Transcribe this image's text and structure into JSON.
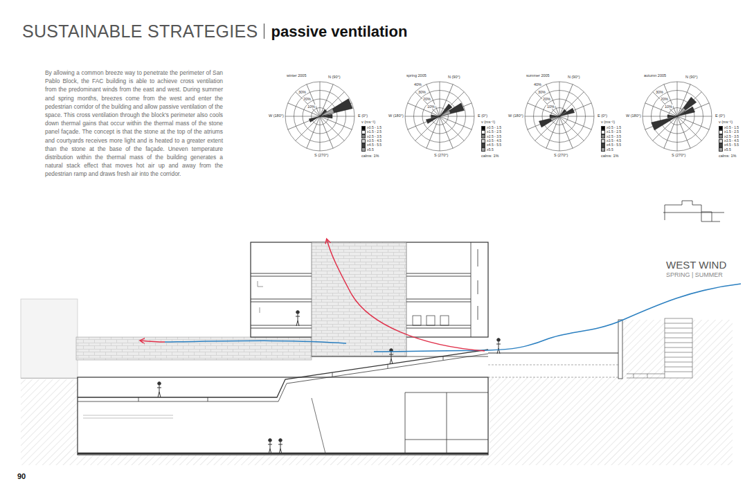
{
  "diagram": {
    "title": "SUSTAINABLE STRATEGIES",
    "nodes": [
      {
        "text": [
          "winter 2005",
          "N (90°)",
          "E (0°)",
          "S (270°)",
          "W (180°)",
          "v (ms⁻¹)",
          "calms: 1%",
          "30%",
          "20%",
          "10%"
        ]
      },
      {
        "text": [
          "spring 2005",
          "N (90°)",
          "E (0°)",
          "S (270°)",
          "W (180°)",
          "v (ms⁻¹)",
          "calms: 1%",
          "40%",
          "30%",
          "20%",
          "10%"
        ]
      },
      {
        "text": [
          "summer 2005",
          "N (90°)",
          "E (0°)",
          "S (270°)",
          "W (180°)",
          "v (ms⁻¹)",
          "calms: 1%",
          "40%",
          "30%",
          "20%",
          "10%"
        ]
      },
      {
        "text": [
          "autumn 2005",
          "N (90°)",
          "E (0°)",
          "S (270°)",
          "W (180°)",
          "v (ms⁻¹)",
          "calms: 1%",
          "30%",
          "20%",
          "10%"
        ]
      }
    ],
    "labels": [
      "passive ventilation",
      "By allowing a common breeze way to penetrate the perimeter of San Pablo Block, the FAC building is able to achieve cross ventilation from the predominant winds from the east and west. During summer and spring months, breezes come from the west and enter the pedestrian corridor of the building and allow passive ventilation of the space. This cross ventilation through the block's perimeter also cools down thermal gains that occur within the thermal mass of the stone panel façade. The concept is that the stone at the top of the atriums and courtyards receives more light and is heated to a greater extent than the stone at the base of the façade. Uneven temperature distribution within the thermal mass of the building generates a natural stack effect that moves hot air up and away from the pedestrian ramp and draws fresh air into the corridor.",
      "WEST WIND",
      "SPRING | SUMMER",
      "90"
    ],
    "legend": [
      {
        "text": "≥0.5 - 1.5",
        "color": "#000000"
      },
      {
        "text": "≥1.5 - 2.5",
        "color": "#ffffff"
      },
      {
        "text": "≥2.5 - 3.5",
        "color": "#808080"
      },
      {
        "text": "≥3.5 - 4.5",
        "color": "#d0d0d0"
      },
      {
        "text": "≥4.5 - 5.5",
        "color": "#404040"
      },
      {
        "text": "≥5.5",
        "color": "#a0a0a0"
      },
      {
        "text": "≥0.5 - 1.5",
        "color": "#000000"
      },
      {
        "text": "≥1.5 - 2.5",
        "color": "#ffffff"
      },
      {
        "text": "≥2.5 - 3.5",
        "color": "#808080"
      },
      {
        "text": "≥3.5 - 4.5",
        "color": "#d0d0d0"
      },
      {
        "text": "≥4.5 - 5.5",
        "color": "#404040"
      },
      {
        "text": "≥5.5",
        "color": "#a0a0a0"
      },
      {
        "text": "≥0.5 - 1.5",
        "color": "#000000"
      },
      {
        "text": "≥1.5 - 2.5",
        "color": "#ffffff"
      },
      {
        "text": "≥2.5 - 3.5",
        "color": "#808080"
      },
      {
        "text": "≥3.5 - 4.5",
        "color": "#d0d0d0"
      },
      {
        "text": "≥4.5 - 5.5",
        "color": "#404040"
      },
      {
        "text": "≥5.5",
        "color": "#a0a0a0"
      },
      {
        "text": "≥0.5 - 1.5",
        "color": "#000000"
      },
      {
        "text": "≥1.5 - 2.5",
        "color": "#ffffff"
      },
      {
        "text": "≥2.5 - 3.5",
        "color": "#808080"
      },
      {
        "text": "≥3.5 - 4.5",
        "color": "#d0d0d0"
      },
      {
        "text": "≥4.5 - 5.5",
        "color": "#404040"
      },
      {
        "text": "≥5.5",
        "color": "#a0a0a0"
      }
    ]
  }
}
